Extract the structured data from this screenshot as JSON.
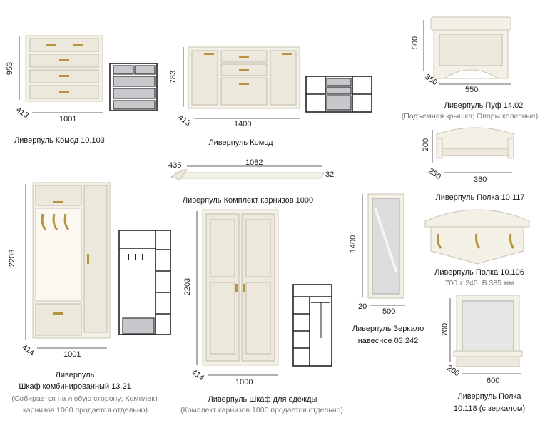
{
  "products": {
    "komod_10103": {
      "label": "Ливерпуль Комод 10.103",
      "width": "1001",
      "height": "953",
      "depth": "413"
    },
    "komod": {
      "label": "Ливерпуль Комод",
      "width": "1400",
      "height": "783",
      "depth": "413"
    },
    "puf": {
      "label": "Ливерпуль Пуф 14.02",
      "note": "(Подъемная крышка; Опоры колесные)",
      "width": "550",
      "height": "500",
      "depth": "350"
    },
    "polka_10117": {
      "label": "Ливерпуль Полка 10.117",
      "width": "380",
      "height": "200",
      "depth": "250"
    },
    "karniz": {
      "label": "Ливерпуль Комплект карнизов 1000",
      "width": "1082",
      "depth": "435",
      "height": "32"
    },
    "polka_10106": {
      "label": "Ливерпуль Полка 10.106",
      "note": "700 х 240, В 385 мм"
    },
    "shkaf_komb": {
      "label_line1": "Ливерпуль",
      "label_line2": "Шкаф комбинированный 13.21",
      "note_line1": "(Собирается на любую сторону; Комплект",
      "note_line2": "карнизов 1000 продается отдельно)",
      "width": "1001",
      "height": "2203",
      "depth": "414"
    },
    "zerkalo": {
      "label_line1": "Ливерпуль Зеркало",
      "label_line2": "навесное 03.242",
      "width": "500",
      "height": "1400",
      "depth": "20"
    },
    "shkaf_odezhdy": {
      "label": "Ливерпуль Шкаф для одежды",
      "note": "(Комплект карнизов 1000 продается отдельно)",
      "width": "1000",
      "height": "2203",
      "depth": "414"
    },
    "polka_10118": {
      "label_line1": "Ливерпуль Полка",
      "label_line2": "10.118 (с зеркалом)",
      "width": "600",
      "height": "700",
      "depth": "200"
    }
  }
}
